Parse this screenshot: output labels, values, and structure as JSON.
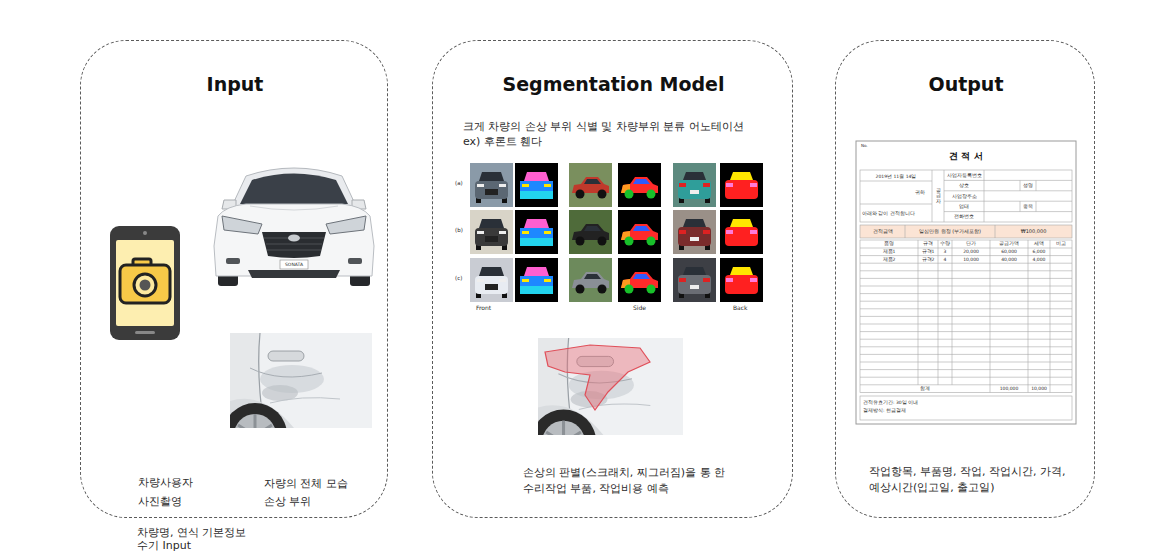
{
  "diagram": {
    "nodes": [
      {
        "text": [
          "Input",
          "차량사용자 사진촬영",
          "자량의 전체 모습 손상 부위"
        ]
      },
      {
        "text": [
          "Segmentation Model",
          "크게 차량의 손상 부위 식별 및 차량부위 분류 어노테이션 ex) 후론트 휀다",
          "손상의 판별(스크래치, 찌그러짐)을 통 한 수리작업 부품, 작업비용 예측"
        ]
      },
      {
        "text": [
          "Output",
          "작업항목, 부품명, 작업, 작업시간, 가격, 예상시간(입고일, 출고일)"
        ]
      }
    ],
    "labels": [
      "차량명, 연식 기본정보 수기 Input",
      "SONATA",
      "(a)",
      "(b)",
      "(c)",
      "Front",
      "Side",
      "Back",
      "No.",
      "견 적 서",
      "2019년 11월 14일",
      "귀하",
      "아래와 같이 견적합니다",
      "공급자",
      "사업자등록번호",
      "상호",
      "성명",
      "사업장주소",
      "업태",
      "종목",
      "전화번호",
      "견적금액",
      "일십만원 원정 (부가세포함)",
      "₩100,000",
      "품명",
      "규격",
      "수량",
      "단가",
      "공급가액",
      "세액",
      "비고",
      "제품1",
      "규격1",
      "3",
      "20,000",
      "60,000",
      "6,000",
      "제품2",
      "규격2",
      "4",
      "10,000",
      "40,000",
      "4,000",
      "합계",
      "100,000",
      "10,000",
      "견적유효기간: 30일 이내",
      "결제방식: 현금결제"
    ]
  }
}
